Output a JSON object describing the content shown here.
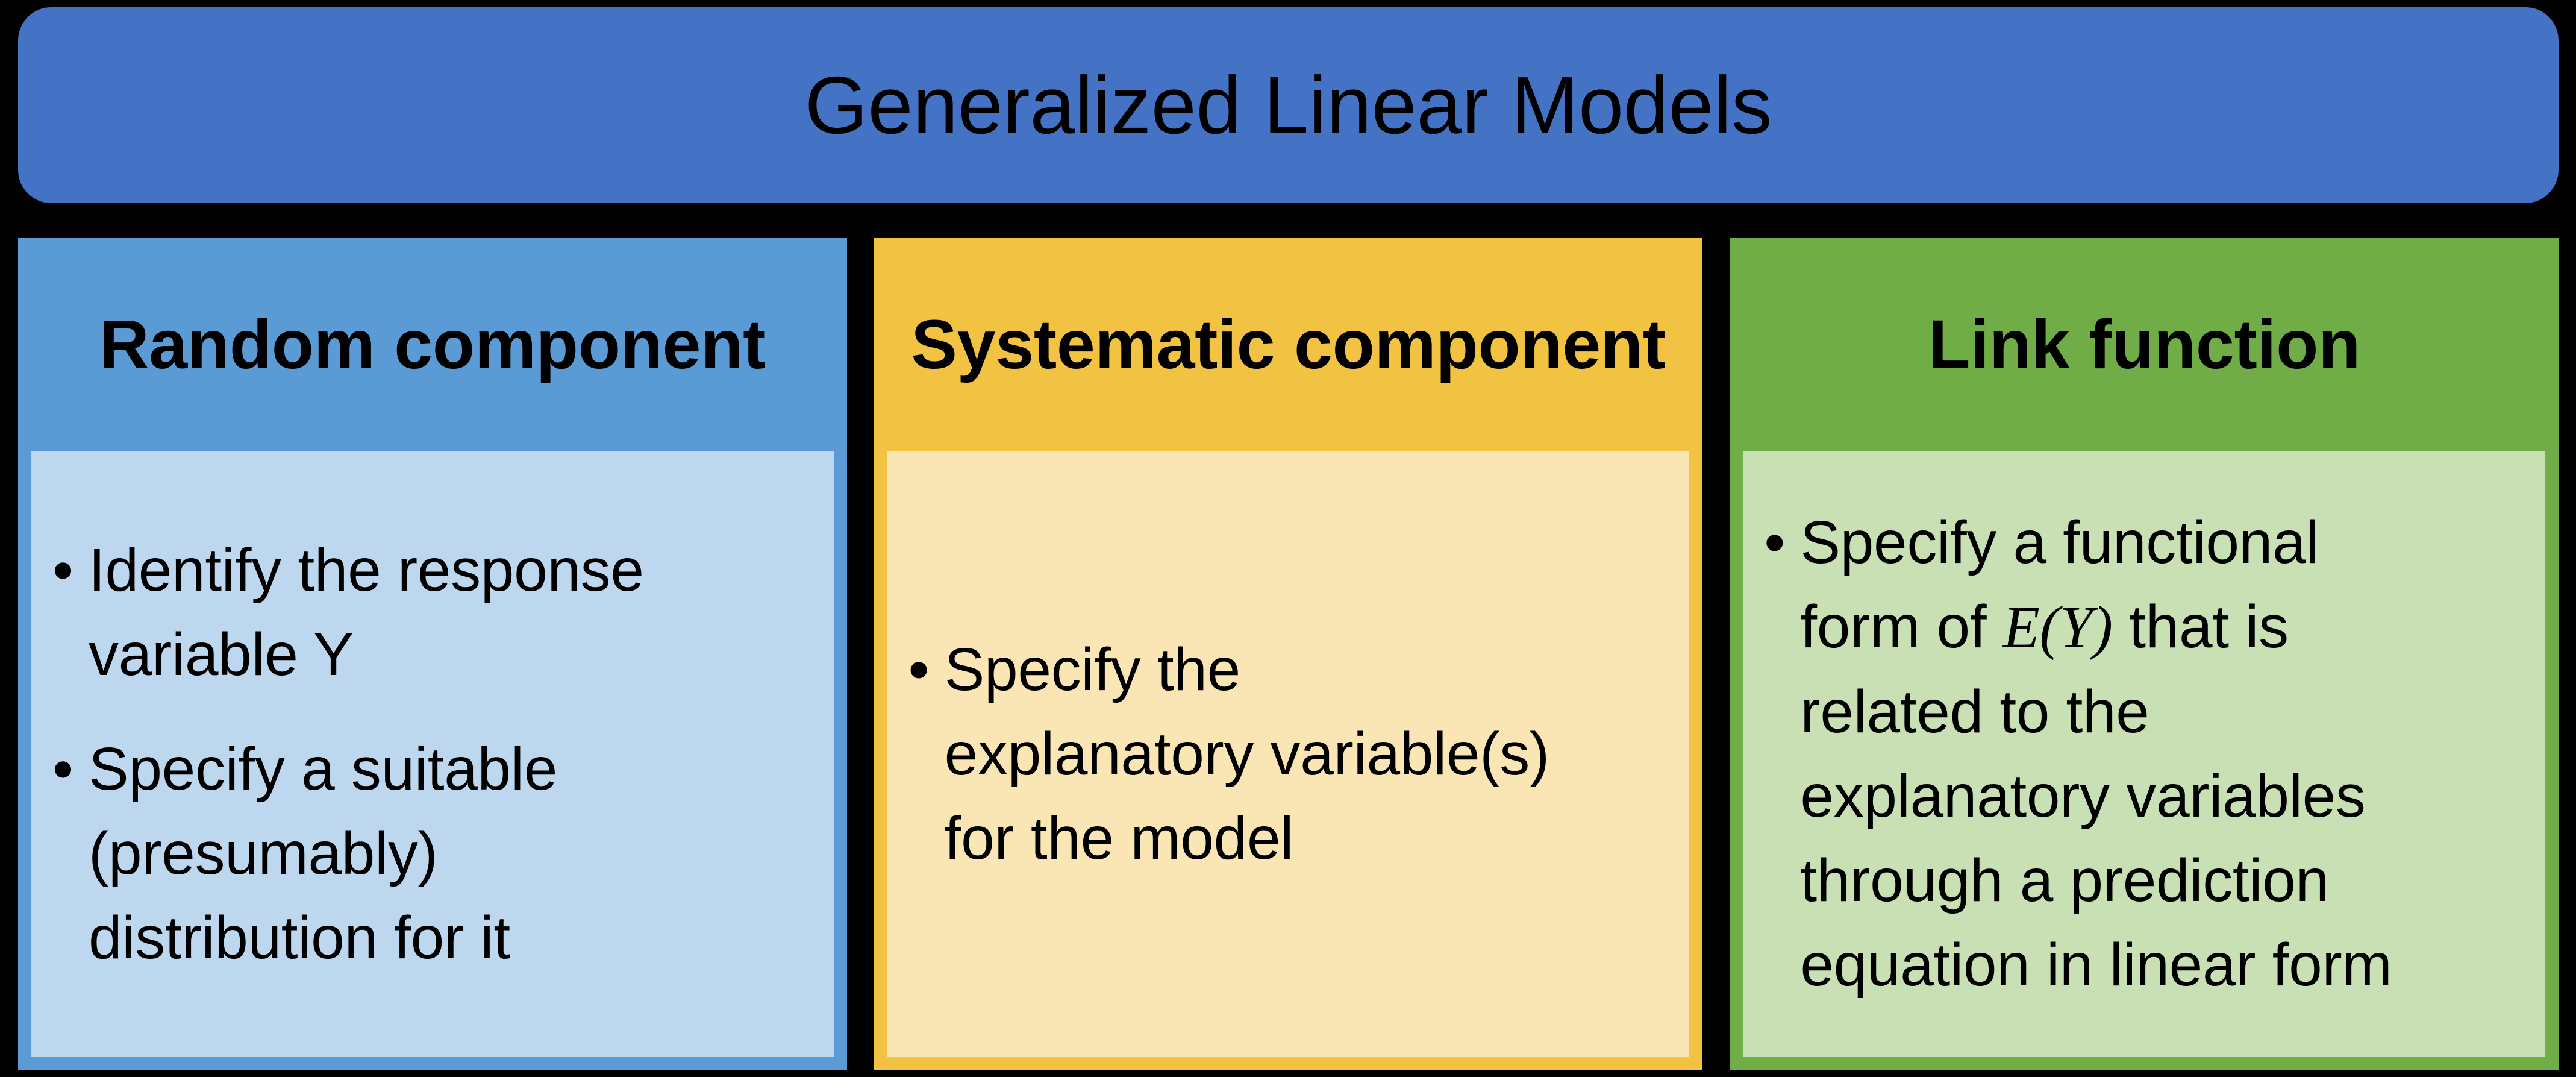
{
  "banner": {
    "title": "Generalized Linear Models"
  },
  "bullet_glyph": "•",
  "colors": {
    "banner_blue": "#4472C4",
    "random_header": "#5B9BD5",
    "random_body": "#BDD7EE",
    "systematic_header": "#F2C242",
    "systematic_body": "#FAE5B4",
    "link_header": "#70AD47",
    "link_body": "#C8E0B4"
  },
  "columns": [
    {
      "title": "Random component",
      "bullets": [
        {
          "lines": [
            "Identify the response",
            "variable Y"
          ]
        },
        {
          "lines": [
            "Specify a suitable",
            "(presumably)",
            "distribution for it"
          ]
        }
      ]
    },
    {
      "title": "Systematic component",
      "bullets": [
        {
          "lines": [
            "Specify the",
            "explanatory variable(s)",
            "for the model"
          ]
        }
      ]
    },
    {
      "title": "Link function",
      "bullets": [
        {
          "lines": [
            "Specify a functional",
            {
              "pre": "form of ",
              "math": "E(Y)",
              "post": " that is"
            },
            "related to the",
            "explanatory variables",
            "through a prediction",
            "equation in linear form"
          ]
        }
      ]
    }
  ]
}
